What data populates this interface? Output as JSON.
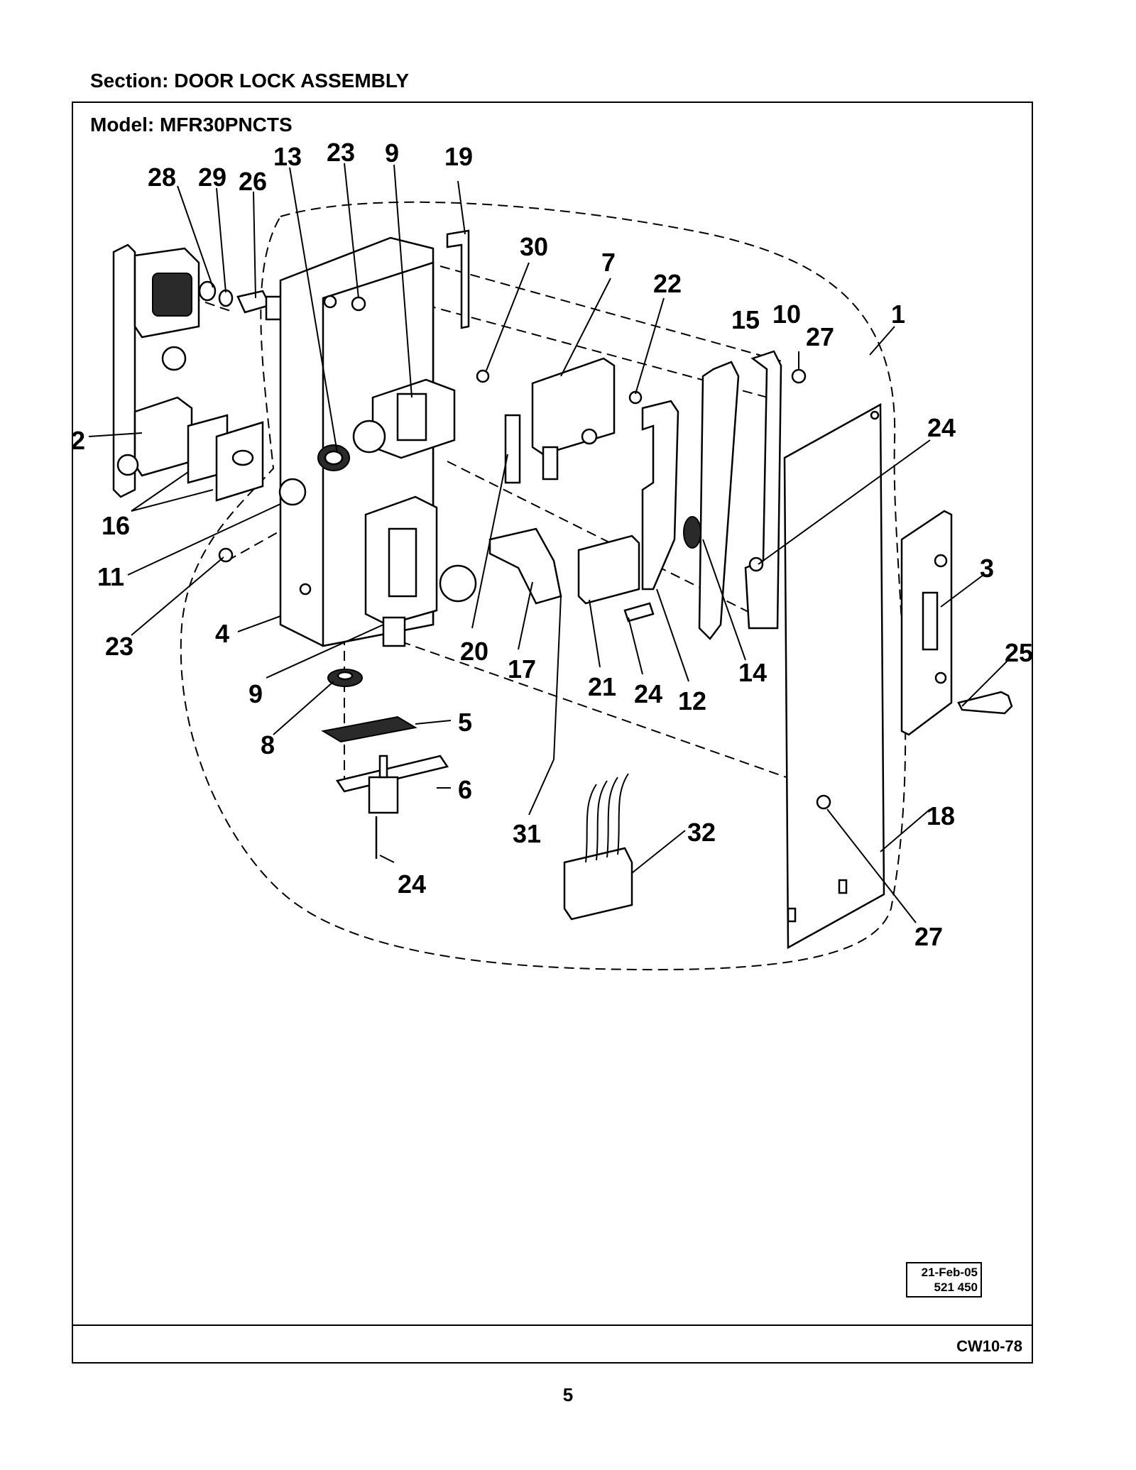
{
  "section": {
    "title": "Section:  DOOR LOCK ASSEMBLY"
  },
  "model": {
    "title": "Model:  MFR30PNCTS"
  },
  "stamp": {
    "date": "21-Feb-05",
    "number": "521 450"
  },
  "footer": {
    "doc_code": "CW10-78",
    "page_number": "5"
  },
  "callouts": [
    {
      "id": "c13",
      "text": "13"
    },
    {
      "id": "c23a",
      "text": "23"
    },
    {
      "id": "c9a",
      "text": "9"
    },
    {
      "id": "c19",
      "text": "19"
    },
    {
      "id": "c28",
      "text": "28"
    },
    {
      "id": "c29",
      "text": "29"
    },
    {
      "id": "c26",
      "text": "26"
    },
    {
      "id": "c30",
      "text": "30"
    },
    {
      "id": "c7",
      "text": "7"
    },
    {
      "id": "c22",
      "text": "22"
    },
    {
      "id": "c15",
      "text": "15"
    },
    {
      "id": "c10",
      "text": "10"
    },
    {
      "id": "c27a",
      "text": "27"
    },
    {
      "id": "c1",
      "text": "1"
    },
    {
      "id": "c2",
      "text": "2"
    },
    {
      "id": "c24a",
      "text": "24"
    },
    {
      "id": "c16",
      "text": "16"
    },
    {
      "id": "c11",
      "text": "11"
    },
    {
      "id": "c3",
      "text": "3"
    },
    {
      "id": "c23b",
      "text": "23"
    },
    {
      "id": "c4",
      "text": "4"
    },
    {
      "id": "c20",
      "text": "20"
    },
    {
      "id": "c17",
      "text": "17"
    },
    {
      "id": "c21",
      "text": "21"
    },
    {
      "id": "c24b",
      "text": "24"
    },
    {
      "id": "c12",
      "text": "12"
    },
    {
      "id": "c14",
      "text": "14"
    },
    {
      "id": "c25",
      "text": "25"
    },
    {
      "id": "c9b",
      "text": "9"
    },
    {
      "id": "c5",
      "text": "5"
    },
    {
      "id": "c8",
      "text": "8"
    },
    {
      "id": "c6",
      "text": "6"
    },
    {
      "id": "c31",
      "text": "31"
    },
    {
      "id": "c32",
      "text": "32"
    },
    {
      "id": "c18",
      "text": "18"
    },
    {
      "id": "c24c",
      "text": "24"
    },
    {
      "id": "c27b",
      "text": "27"
    }
  ]
}
